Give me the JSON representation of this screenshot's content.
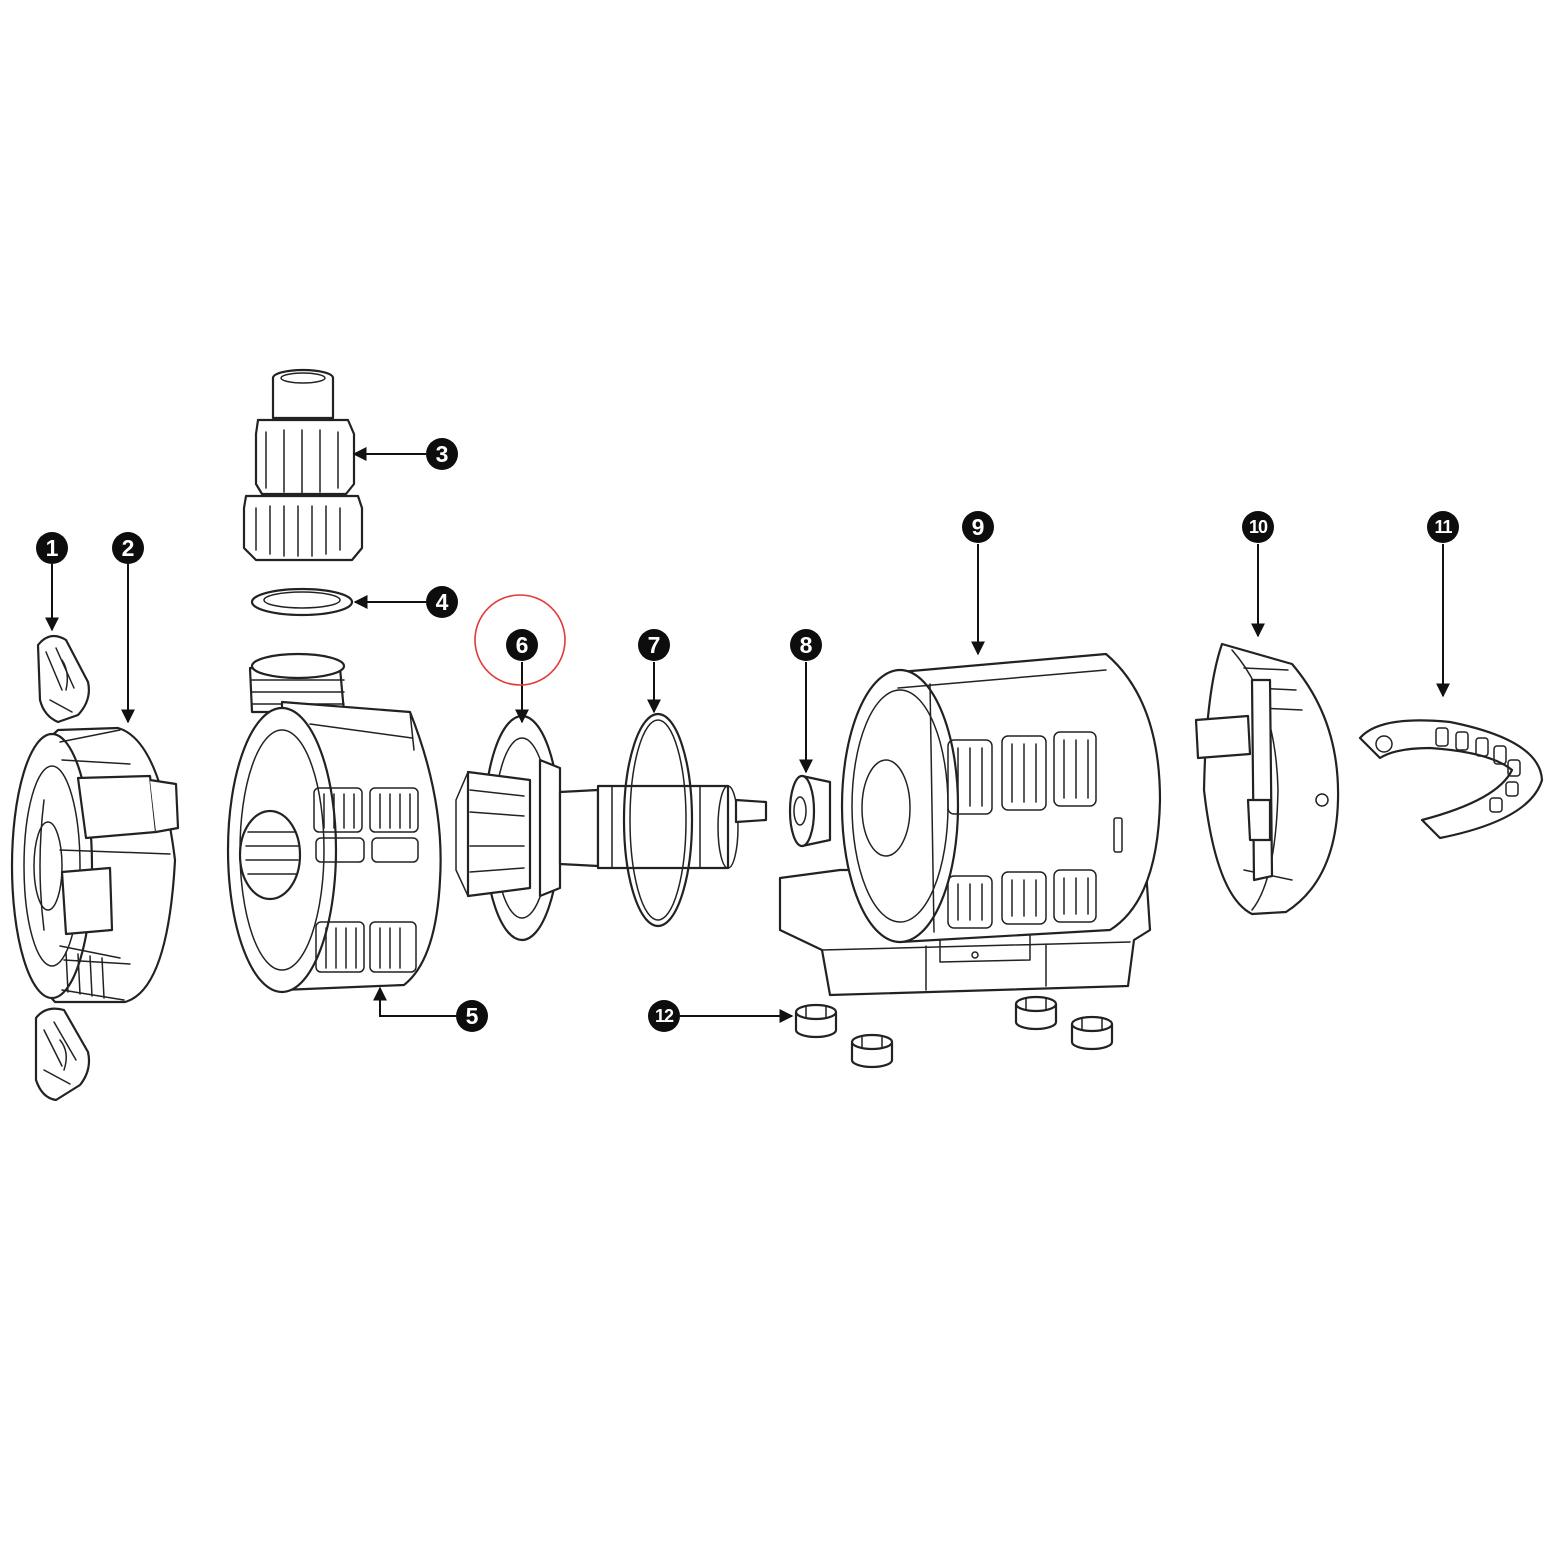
{
  "callouts": [
    {
      "id": "1",
      "label": "1"
    },
    {
      "id": "2",
      "label": "2"
    },
    {
      "id": "3",
      "label": "3"
    },
    {
      "id": "4",
      "label": "4"
    },
    {
      "id": "5",
      "label": "5"
    },
    {
      "id": "6",
      "label": "6"
    },
    {
      "id": "7",
      "label": "7"
    },
    {
      "id": "8",
      "label": "8"
    },
    {
      "id": "9",
      "label": "9"
    },
    {
      "id": "10",
      "label": "10"
    },
    {
      "id": "11",
      "label": "11"
    },
    {
      "id": "12",
      "label": "12"
    }
  ],
  "highlighted_part": "6",
  "colors": {
    "line": "#222222",
    "callout_fill": "#0d0d0d",
    "callout_text": "#ffffff",
    "highlight_ring": "#e03a3a"
  }
}
